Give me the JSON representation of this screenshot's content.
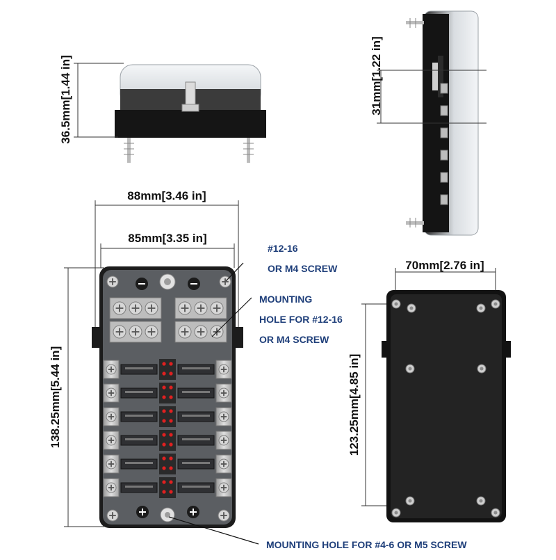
{
  "dimensions": {
    "top_height": "36.5mm[1.44 in]",
    "side_height": "31mm[1.22 in]",
    "overall_width": "88mm[3.46 in]",
    "inner_width": "85mm[3.35 in]",
    "overall_length": "138.25mm[5.44 in]",
    "back_width": "70mm[2.76 in]",
    "back_length": "123.25mm[4.85 in]"
  },
  "callouts": {
    "screw_line1": "#12-16",
    "screw_line2": "OR M4 SCREW",
    "hole_line1": "MOUNTING",
    "hole_line2": "HOLE FOR #12-16",
    "hole_line3": "OR M4 SCREW",
    "bottom_hole": "MOUNTING HOLE FOR #4-6 OR M5 SCREW"
  },
  "colors": {
    "callout_text": "#1f3f7a",
    "body": "#1a1a1a",
    "cover": "#e9ecef",
    "terminal": "#bdbdbd",
    "led": "#e02020"
  }
}
